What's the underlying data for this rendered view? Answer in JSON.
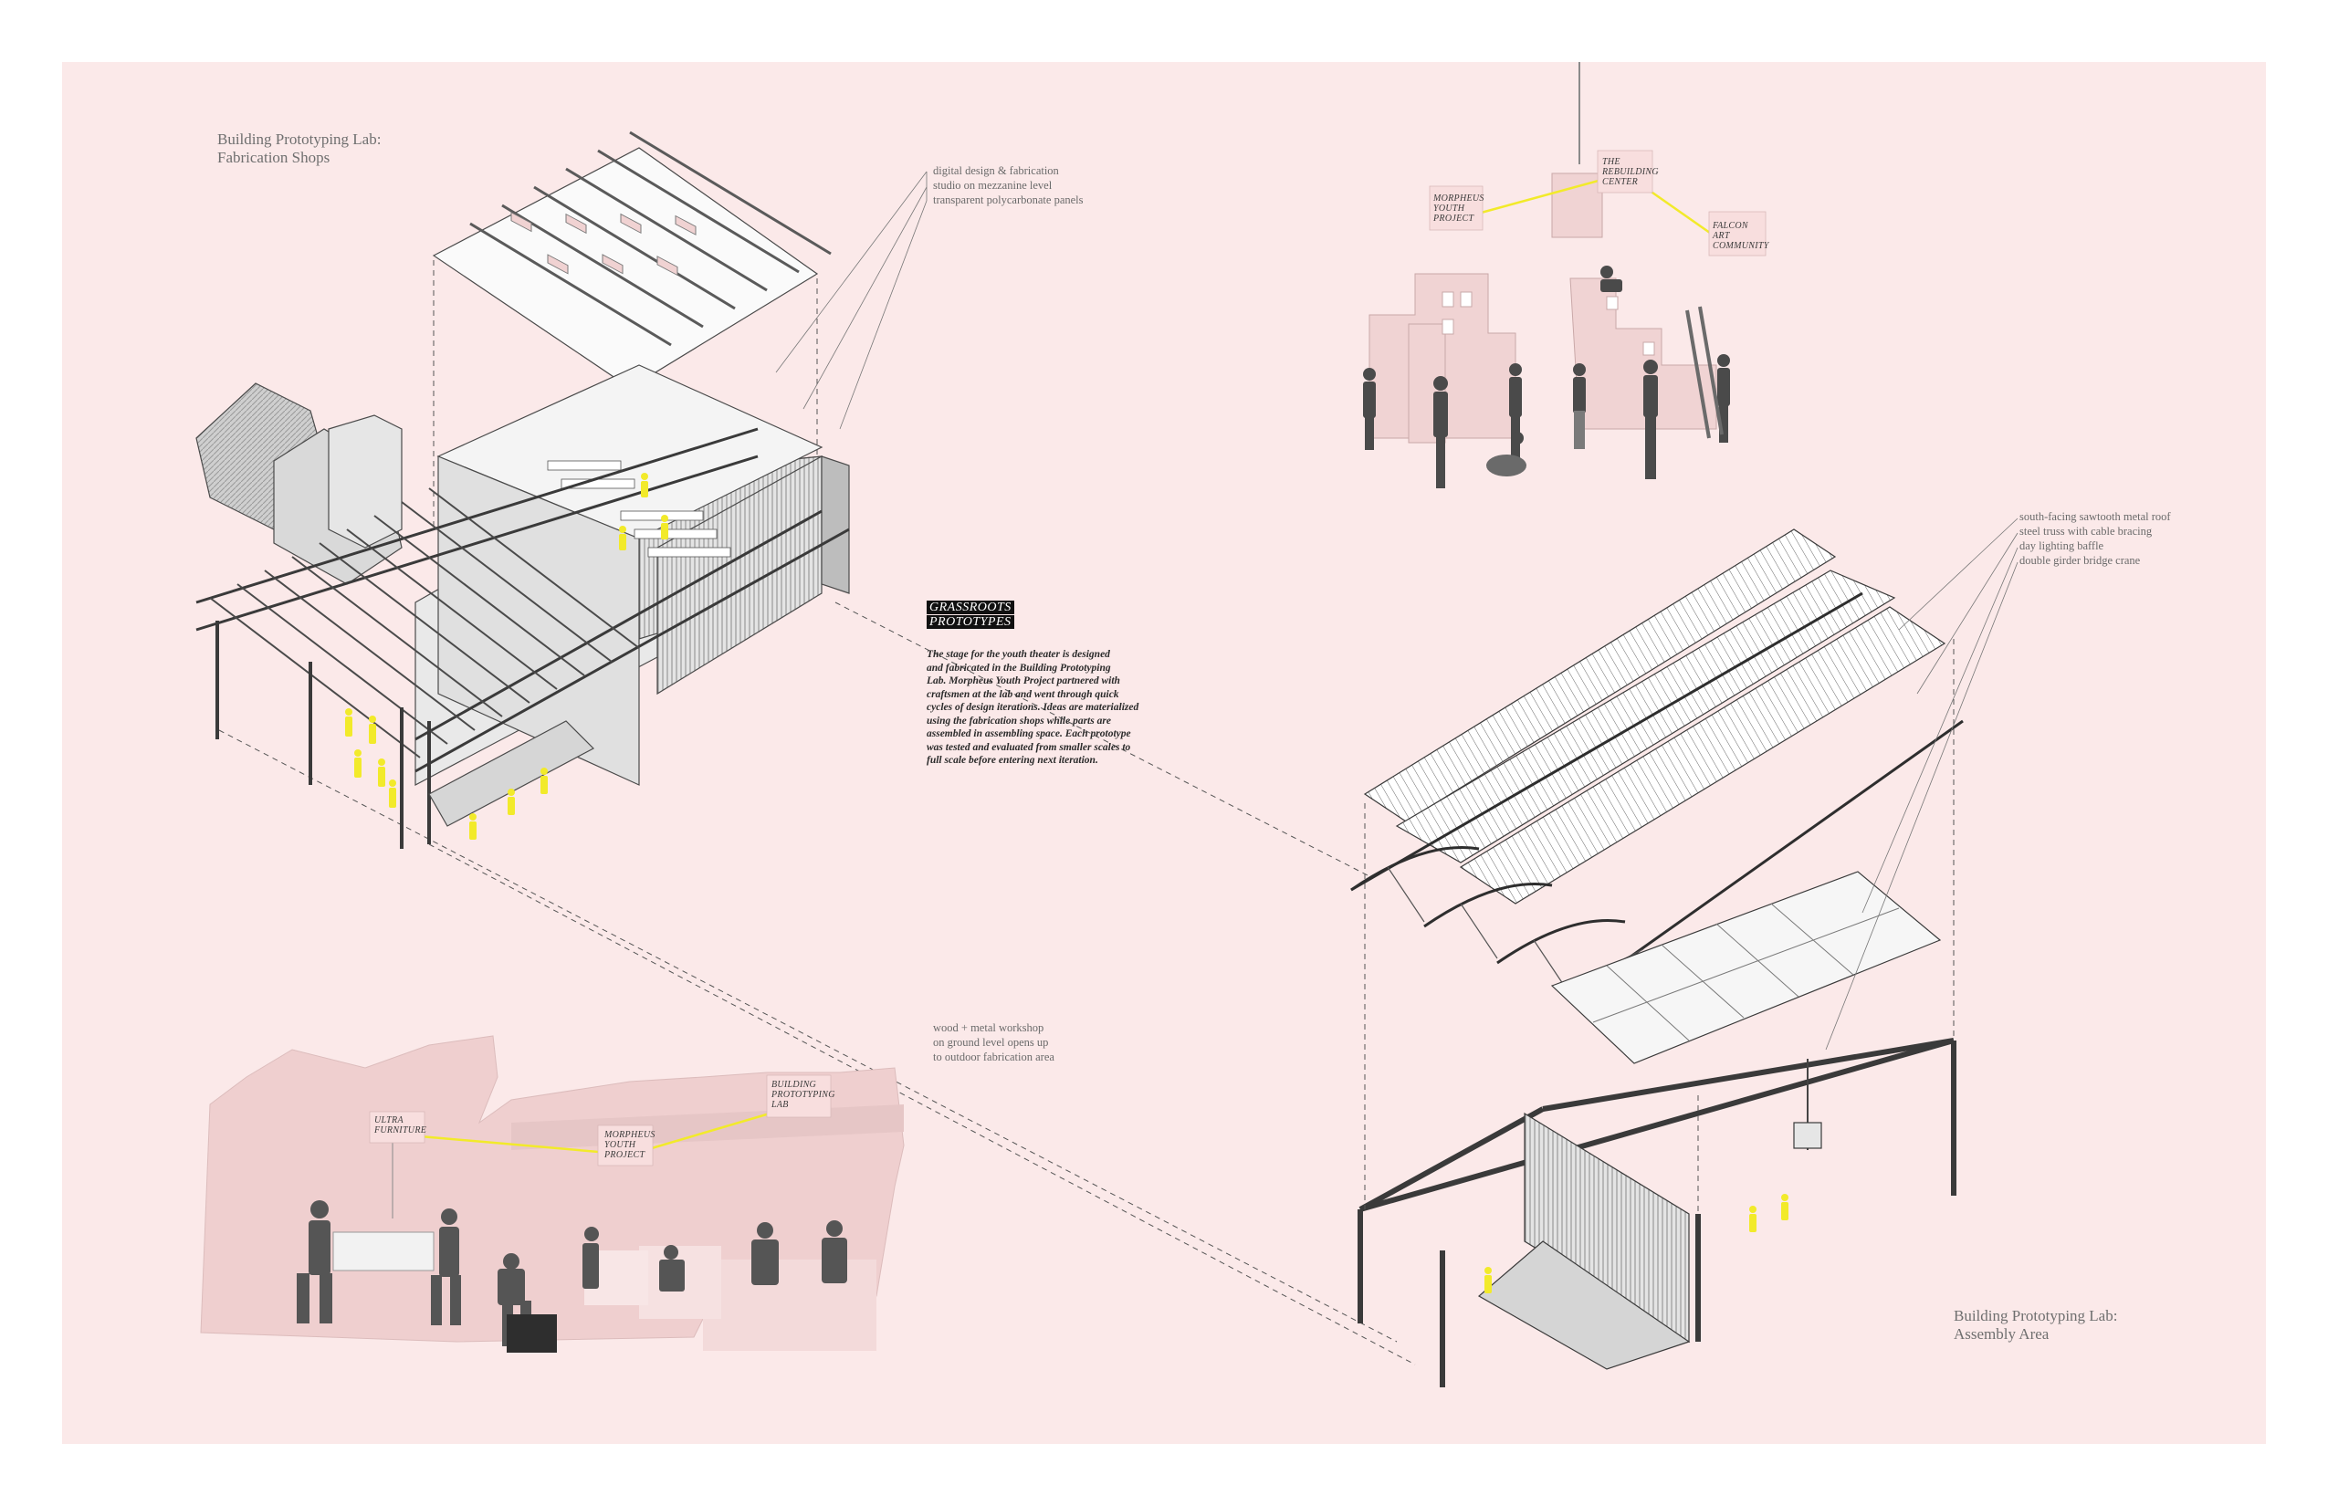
{
  "titles": {
    "fabrication": [
      "Building Prototyping Lab:",
      "Fabrication Shops"
    ],
    "assembly": [
      "Building Prototyping Lab:",
      "Assembly Area"
    ]
  },
  "callouts": {
    "fabrication_roof": [
      "digital design & fabrication",
      "studio on mezzanine level",
      "transparent polycarbonate panels"
    ],
    "assembly_roof": [
      "south-facing sawtooth metal roof",
      "steel truss with cable bracing",
      "day lighting baffle",
      "double girder bridge crane"
    ],
    "workshop": [
      "wood + metal workshop",
      "on ground level opens up",
      "to outdoor fabrication area"
    ]
  },
  "grassroots": {
    "heading": [
      "GRASSROOTS",
      "PROTOTYPES"
    ],
    "body": [
      "The stage for the youth theater is designed",
      "and fabricated in the Building Prototyping",
      "Lab. Morpheus Youth Project partnered with",
      "craftsmen at the lab and went through quick",
      "cycles of design iterations. Ideas are materialized",
      "using the fabrication shops while parts are",
      "assembled in assembling space. Each prototype",
      "was tested and evaluated from smaller scales to",
      "full scale before entering next iteration."
    ]
  },
  "partners_top": {
    "morpheus": [
      "MORPHEUS",
      "YOUTH",
      "PROJECT"
    ],
    "rebuilding": [
      "THE",
      "REBUILDING",
      "CENTER"
    ],
    "falcon": [
      "FALCON",
      "ART",
      "COMMUNITY"
    ]
  },
  "partners_bottom": {
    "ultra": [
      "ULTRA",
      "FURNITURE"
    ],
    "morpheus": [
      "MORPHEUS",
      "YOUTH",
      "PROJECT"
    ],
    "lab": [
      "BUILDING",
      "PROTOTYPING",
      "LAB"
    ]
  },
  "colors": {
    "sheet": "#fbe9e9",
    "figure_highlight": "#f2ea2a",
    "line": "#555555"
  }
}
